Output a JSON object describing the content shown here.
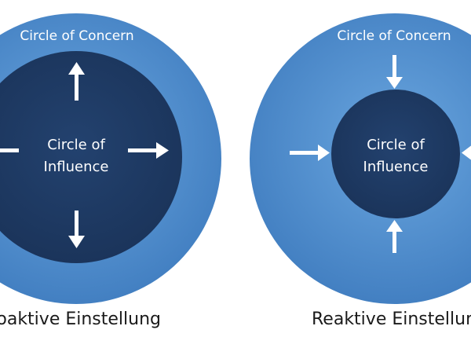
{
  "diagrams": [
    {
      "outer_label": "Circle of Concern",
      "inner_label_line1": "Circle of",
      "inner_label_line2": "Influence",
      "caption": "roaktive Einstellung",
      "arrow_direction": "outward"
    },
    {
      "outer_label": "Circle of Concern",
      "inner_label_line1": "Circle of",
      "inner_label_line2": "Influence",
      "caption": "Reaktive Einstellung",
      "arrow_direction": "inward"
    }
  ],
  "colors": {
    "outer_circle_light": "#6aa6df",
    "outer_circle_dark": "#3f7cbf",
    "inner_circle": "#1e3a66",
    "label_text": "#ffffff",
    "arrow": "#ffffff",
    "caption_text": "#1a1a1a"
  }
}
